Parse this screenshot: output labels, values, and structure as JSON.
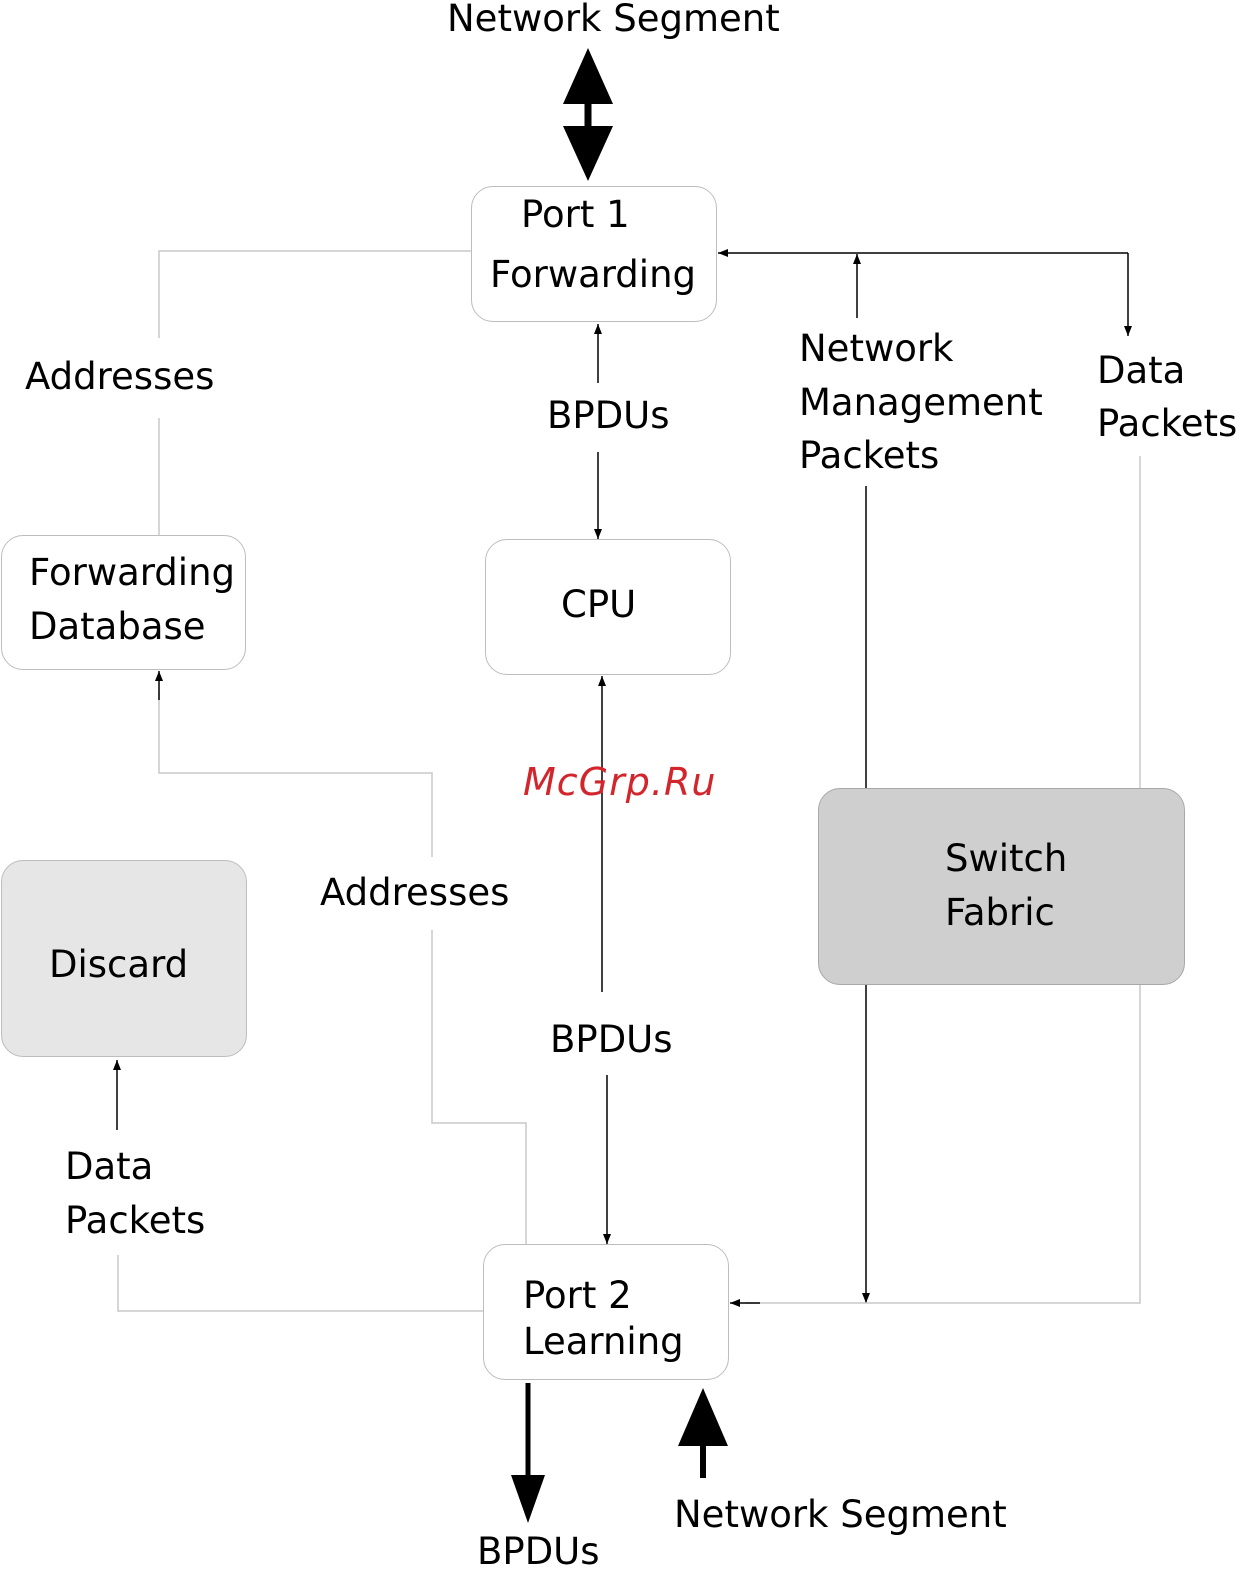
{
  "labels": {
    "net_seg_top": "Network Segment",
    "port1_line1": "Port 1",
    "port1_line2": "Forwarding",
    "addresses_top": "Addresses",
    "bpdus_mid": "BPDUs",
    "nmp_line1": "Network",
    "nmp_line2": "Management",
    "nmp_line3": "Packets",
    "dp_right_line1": "Data",
    "dp_right_line2": "Packets",
    "fdb_line1": "Forwarding",
    "fdb_line2": "Database",
    "cpu": "CPU",
    "watermark": "McGrp.Ru",
    "sf_line1": "Switch",
    "sf_line2": "Fabric",
    "discard": "Discard",
    "addresses_mid": "Addresses",
    "bpdus_low": "BPDUs",
    "dp_left_line1": "Data",
    "dp_left_line2": "Packets",
    "port2_line1": "Port 2",
    "port2_line2": "Learning",
    "bpdus_bottom": "BPDUs",
    "net_seg_bottom": "Network Segment"
  },
  "colors": {
    "watermark": "#d2262c",
    "discard_fill": "#e6e6e6",
    "switch_fabric_fill": "#cfcfcf"
  }
}
